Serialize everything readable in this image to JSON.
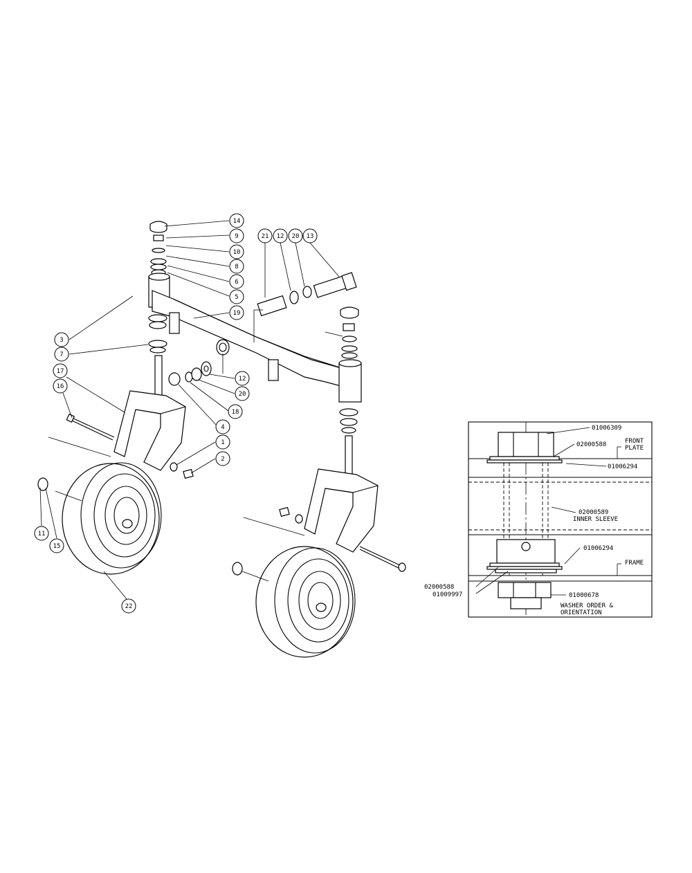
{
  "callouts": [
    {
      "id": "c14",
      "label": "14"
    },
    {
      "id": "c9",
      "label": "9"
    },
    {
      "id": "c10",
      "label": "10"
    },
    {
      "id": "c8",
      "label": "8"
    },
    {
      "id": "c6",
      "label": "6"
    },
    {
      "id": "c5",
      "label": "5"
    },
    {
      "id": "c19",
      "label": "19"
    },
    {
      "id": "c3",
      "label": "3"
    },
    {
      "id": "c7",
      "label": "7"
    },
    {
      "id": "c17",
      "label": "17"
    },
    {
      "id": "c16",
      "label": "16"
    },
    {
      "id": "c21",
      "label": "21"
    },
    {
      "id": "c12a",
      "label": "12"
    },
    {
      "id": "c20a",
      "label": "20"
    },
    {
      "id": "c13",
      "label": "13"
    },
    {
      "id": "c12b",
      "label": "12"
    },
    {
      "id": "c20b",
      "label": "20"
    },
    {
      "id": "c18",
      "label": "18"
    },
    {
      "id": "c4",
      "label": "4"
    },
    {
      "id": "c1",
      "label": "1"
    },
    {
      "id": "c2",
      "label": "2"
    },
    {
      "id": "c11",
      "label": "11"
    },
    {
      "id": "c15",
      "label": "15"
    },
    {
      "id": "c22",
      "label": "22"
    }
  ],
  "detail": {
    "part_bolt": "01006309",
    "washer_top": "02000588",
    "front_plate_line1": "FRONT",
    "front_plate_line2": "PLATE",
    "washer_top2": "01006294",
    "sleeve_number": "02000589",
    "sleeve_name": "INNER SLEEVE",
    "washer_bottom": "01006294",
    "frame": "FRAME",
    "washer_left1": "02000588",
    "washer_left2": "01009997",
    "nut": "01000678",
    "note_line1": "WASHER ORDER &",
    "note_line2": "ORIENTATION"
  }
}
